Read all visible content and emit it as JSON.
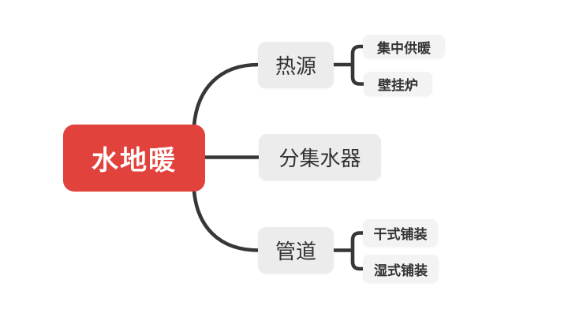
{
  "mindmap": {
    "root": {
      "label": "水地暖"
    },
    "branches": [
      {
        "label": "热源",
        "children": [
          {
            "label": "集中供暖"
          },
          {
            "label": "壁挂炉"
          }
        ]
      },
      {
        "label": "分集水器",
        "children": []
      },
      {
        "label": "管道",
        "children": [
          {
            "label": "干式铺装"
          },
          {
            "label": "湿式铺装"
          }
        ]
      }
    ]
  },
  "colors": {
    "background": "#ffffff",
    "root_bg": "#e2423c",
    "root_text": "#ffffff",
    "branch_bg": "#ececec",
    "leaf_bg": "#f3f3f3",
    "node_text": "#333333",
    "connector": "#373737"
  }
}
